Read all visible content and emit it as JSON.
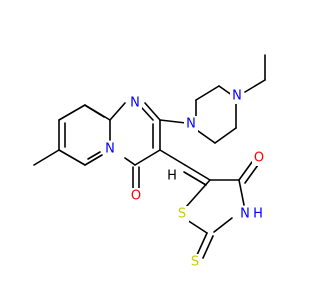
{
  "molecule": {
    "atoms": {
      "n_pip_top": {
        "text": "N",
        "color": "#0000ff"
      },
      "n_pip_bottom": {
        "text": "N",
        "color": "#0000ff"
      },
      "n_pyrimidine": {
        "text": "N",
        "color": "#0000ff"
      },
      "n_bridge": {
        "text": "N",
        "color": "#0000ff"
      },
      "o_ketone": {
        "text": "O",
        "color": "#ff0000"
      },
      "o_thiazolidinone": {
        "text": "O",
        "color": "#ff0000"
      },
      "s_ring": {
        "text": "S",
        "color": "#cccc00"
      },
      "s_thione": {
        "text": "S",
        "color": "#cccc00"
      },
      "nh_ring": {
        "text": "N",
        "color": "#0000ff"
      },
      "h_on_n": {
        "text": "H",
        "color": "#0000ff"
      }
    },
    "stereo_h": {
      "text": "H",
      "color": "#000000"
    }
  }
}
